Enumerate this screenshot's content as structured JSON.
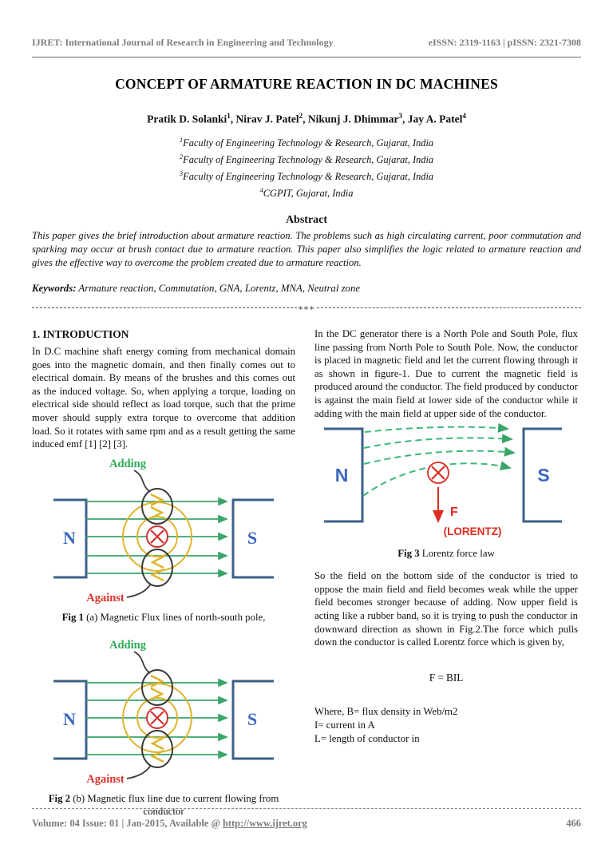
{
  "header": {
    "journal": "IJRET: International Journal of Research in Engineering and Technology",
    "issn": "eISSN: 2319-1163 | pISSN: 2321-7308"
  },
  "title": "CONCEPT OF ARMATURE REACTION IN DC MACHINES",
  "authors": [
    {
      "name": "Pratik D. Solanki",
      "sup": "1"
    },
    {
      "name": "Nirav J. Patel",
      "sup": "2"
    },
    {
      "name": "Nikunj J. Dhimmar",
      "sup": "3"
    },
    {
      "name": "Jay A. Patel",
      "sup": "4"
    }
  ],
  "affiliations": [
    {
      "sup": "1",
      "text": "Faculty of Engineering Technology & Research, Gujarat, India"
    },
    {
      "sup": "2",
      "text": "Faculty of Engineering Technology & Research, Gujarat, India"
    },
    {
      "sup": "3",
      "text": "Faculty of Engineering Technology & Research, Gujarat, India"
    },
    {
      "sup": "4",
      "text": "CGPIT, Gujarat, India"
    }
  ],
  "abstract": {
    "heading": "Abstract",
    "text": "This paper gives the brief introduction about armature reaction. The problems such as high circulating current, poor commutation and sparking may occur at brush contact due to armature reaction. This paper also simplifies the logic related to armature reaction and gives the effective way to overcome the problem created due to armature reaction."
  },
  "keywords": {
    "label": "Keywords:",
    "text": " Armature reaction, Commutation, GNA, Lorentz, MNA, Neutral zone"
  },
  "separator_stars": "***",
  "left_column": {
    "section_heading": "1. INTRODUCTION",
    "para1": "In D.C machine shaft energy coming from mechanical domain goes into the magnetic domain, and then finally comes out to electrical domain. By means of the brushes and this comes out as the induced voltage. So, when applying a torque, loading on electrical side should reflect as load torque, such that the prime mover should supply extra torque to overcome that addition load. So it rotates with same rpm and as a result getting the same induced emf [1] [2] [3].",
    "fig1": {
      "adding": "Adding",
      "against": "Against",
      "north": "N",
      "south": "S",
      "caption_bold": "Fig 1",
      "caption_rest": " (a) Magnetic Flux lines of north-south pole,"
    },
    "fig2": {
      "adding": "Adding",
      "against": "Against",
      "north": "N",
      "south": "S",
      "caption_bold": "Fig 2",
      "caption_rest": " (b) Magnetic flux line due to current flowing from conductor"
    }
  },
  "right_column": {
    "para1": "In the DC generator there is a North Pole and South Pole, flux line passing from North Pole to South Pole. Now, the conductor is placed in magnetic field and let the current flowing through it as shown in figure-1. Due to current the magnetic field is produced around the conductor. The field produced by conductor is against the main field at lower side of the conductor while it adding with the main field at upper side of the conductor.",
    "fig3": {
      "north": "N",
      "south": "S",
      "force": "F",
      "lorentz": "(LORENTZ)",
      "caption_bold": "Fig 3",
      "caption_rest": " Lorentz force law"
    },
    "para2": "So the field on the bottom side of the conductor is tried to oppose the main field and field becomes weak while the upper field becomes stronger because of adding. Now upper field is acting like a rubber band, so it is trying to push the conductor in downward direction as shown in Fig.2.The force which pulls down the conductor is called Lorentz force which is given by,",
    "equation": "F = BIL",
    "where_lines": [
      "Where, B= flux density in Web/m2",
      "I= current in A",
      "L= length of conductor in"
    ]
  },
  "footer": {
    "volume": "Volume: 04 Issue: 01 | Jan-2015, Available @ ",
    "url": "http://www.ijret.org",
    "page": "466"
  },
  "colors": {
    "header_gray": "#7b7b7b",
    "pole_blue": "#3d5f8a",
    "letter_blue": "#3c67be",
    "flux_green": "#3aa569",
    "dashed_green": "#3cb878",
    "field_yellow": "#dfb32c",
    "conductor_red": "#cf3430",
    "force_red": "#e02b20",
    "adding_green": "#2eab57",
    "against_red": "#d8342c"
  }
}
